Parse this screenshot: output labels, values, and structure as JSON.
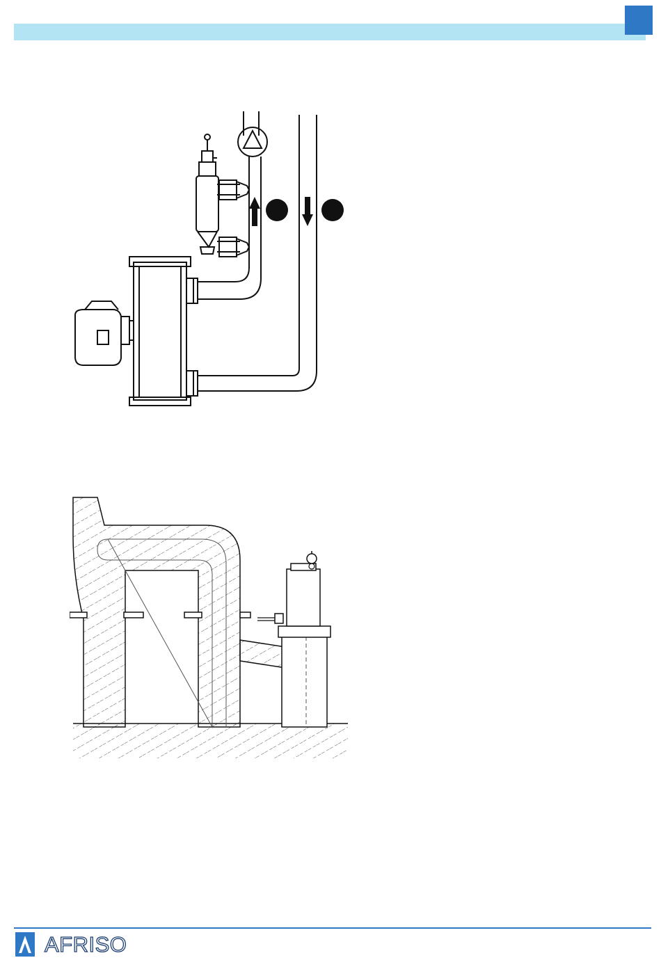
{
  "header": {
    "bar_color": "#b3e4f3",
    "tab_color": "#2f78c5"
  },
  "figures": [
    {
      "name": "heating-system-diagram",
      "icons": [
        "pump-icon",
        "filter-unit",
        "burner",
        "boiler",
        "flow-arrow-up",
        "flow-arrow-down"
      ]
    },
    {
      "name": "chimney-section-diagram",
      "icons": [
        "flue-pipe",
        "monitoring-device",
        "gauge-icon"
      ]
    }
  ],
  "footer": {
    "brand": "AFRISO",
    "accent_color": "#2f78c5",
    "logo_color": "#1c3e72"
  }
}
